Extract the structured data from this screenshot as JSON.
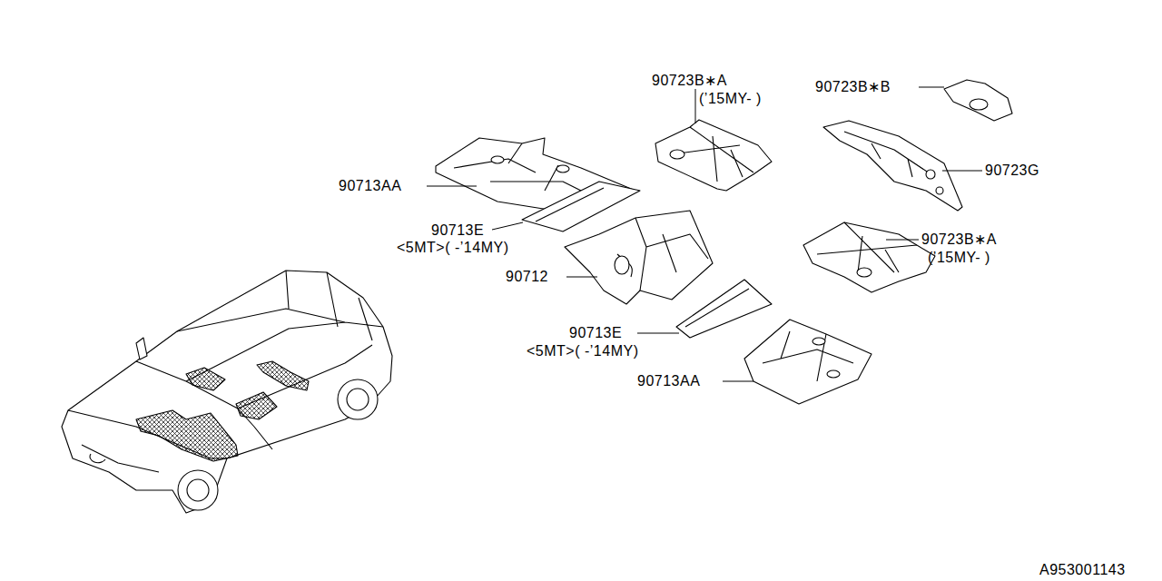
{
  "diagram": {
    "labels": [
      "90723B∗A",
      "(’15MY-  )",
      "90723B∗B",
      "90713AA",
      "90723G",
      "90713E",
      "<5MT>(  -’14MY)",
      "90712",
      "90723B∗A",
      "(’15MY-  )",
      "90713E",
      "<5MT>(  -’14MY)",
      "90713AA",
      "A953001143"
    ]
  }
}
